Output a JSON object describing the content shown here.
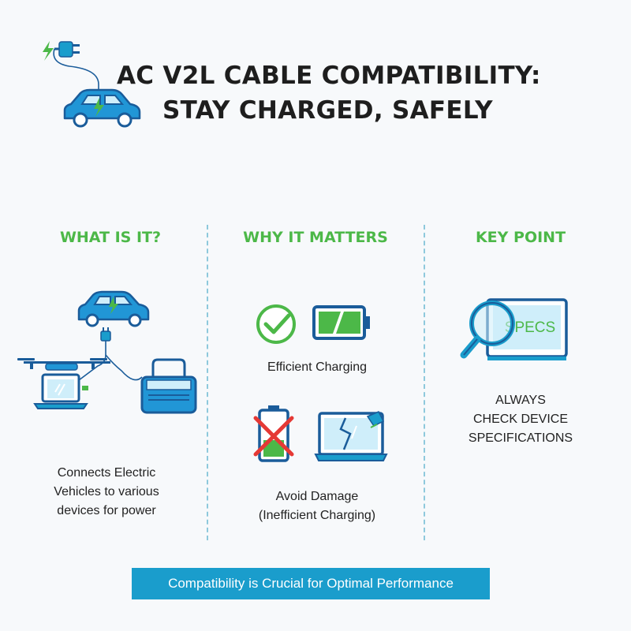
{
  "title": {
    "line1": "AC V2L CABLE COMPATIBILITY:",
    "line2": "STAY CHARGED, SAFELY"
  },
  "columns": [
    {
      "heading": "WHAT IS IT?",
      "text_lines": [
        "Connects Electric",
        "Vehicles to various",
        "devices for power"
      ]
    },
    {
      "heading": "WHY IT MATTERS",
      "item1_label": "Efficient Charging",
      "item2_lines": [
        "Avoid Damage",
        "(Inefficient Charging)"
      ]
    },
    {
      "heading": "KEY POINT",
      "icon_text": "SPECS",
      "text_lines": [
        "ALWAYS",
        "CHECK DEVICE",
        "SPECIFICATIONS"
      ]
    }
  ],
  "banner": "Compatibility is Crucial for Optimal Performance",
  "icons": {
    "title": "ev-plug-car-icon",
    "what_is_it": "ev-powering-devices-icon",
    "efficient": [
      "checkmark-icon",
      "full-battery-icon"
    ],
    "damage": [
      "crossed-battery-icon",
      "broken-device-icon"
    ],
    "key_point": "magnifier-specs-icon"
  },
  "colors": {
    "green": "#4cb848",
    "blue": "#1a9dcc",
    "dark_blue": "#1a5c9a",
    "red": "#e53935"
  }
}
